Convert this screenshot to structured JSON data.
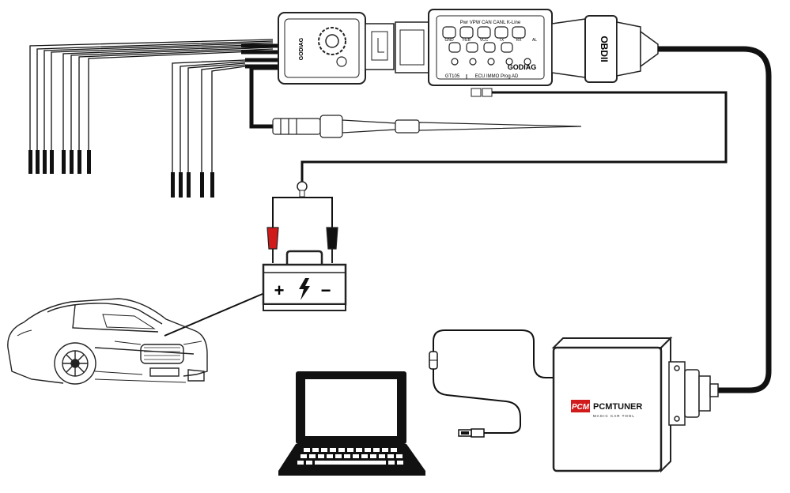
{
  "gt105": {
    "brand": "GODIAG",
    "model": "GT105",
    "product": "ECU IMMO Prog AD",
    "pin_header": "Pwr VPW CAN CANL K-Line",
    "pin_labels": [
      "GND",
      "FEB",
      "VCC",
      "TX",
      "RX",
      "AL"
    ]
  },
  "obd": {
    "label": "OBDII"
  },
  "adapter": {
    "brand": "GODIAG"
  },
  "battery": {
    "plus": "+",
    "minus": "−"
  },
  "pcmtuner": {
    "logo": "PCM",
    "name": "PCMTUNER",
    "tagline": "MAGIC CAR TOOL"
  },
  "colors": {
    "cable": "#111111",
    "battery_positive": "#d11a1a",
    "pcm_brand": "#d11a1a",
    "outline": "#222222"
  }
}
